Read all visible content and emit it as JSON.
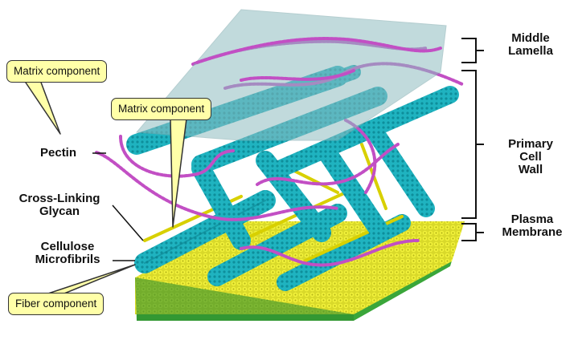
{
  "callouts": {
    "matrix_top": "Matrix component",
    "matrix_mid": "Matrix component",
    "fiber": "Fiber component"
  },
  "left_labels": {
    "pectin": "Pectin",
    "cross_linking_1": "Cross-Linking",
    "cross_linking_2": "Glycan",
    "cellulose_1": "Cellulose",
    "cellulose_2": "Microfibrils"
  },
  "right_labels": {
    "middle_1": "Middle",
    "middle_2": "Lamella",
    "primary_1": "Primary",
    "primary_2": "Cell",
    "primary_3": "Wall",
    "plasma_1": "Plasma",
    "plasma_2": "Membrane"
  },
  "colors": {
    "microfibril": "#1fb3c0",
    "microfibril_dark": "#0b7f8c",
    "pectin": "#c24fc4",
    "glycan": "#d8d000",
    "membrane_head": "#e8e81a",
    "membrane_tail": "#3aa63a",
    "lamella": "#8fbcc0",
    "callout_fill": "#ffffa8"
  }
}
